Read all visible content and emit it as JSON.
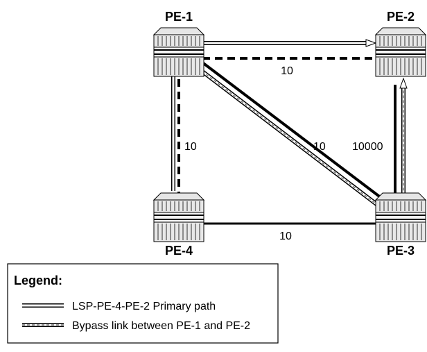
{
  "nodes": [
    {
      "id": "pe1",
      "label": "PE-1"
    },
    {
      "id": "pe2",
      "label": "PE-2"
    },
    {
      "id": "pe3",
      "label": "PE-3"
    },
    {
      "id": "pe4",
      "label": "PE-4"
    }
  ],
  "links": {
    "pe1_pe2": {
      "metric": "10"
    },
    "pe1_pe4": {
      "metric": "10"
    },
    "pe1_pe3": {
      "metric": "10"
    },
    "pe2_pe3": {
      "metric": "10000"
    },
    "pe4_pe3": {
      "metric": "10"
    }
  },
  "legend": {
    "title": "Legend:",
    "items": [
      {
        "text": "LSP-PE-4-PE-2 Primary path",
        "style": "double-line"
      },
      {
        "text": "Bypass link between PE-1 and PE-2",
        "style": "double-dashed-line"
      }
    ]
  }
}
